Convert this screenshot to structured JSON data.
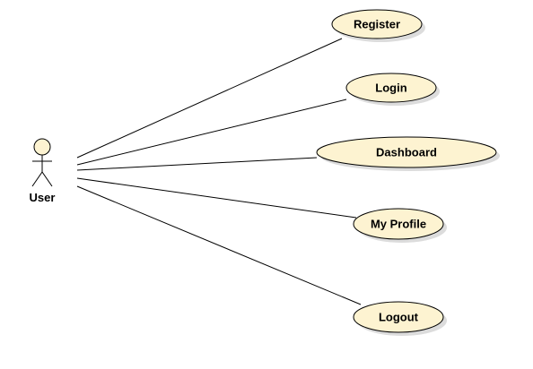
{
  "diagram": {
    "type": "use-case",
    "colors": {
      "usecase_fill": "#fdf3d1",
      "actor_fill": "#fdf3d1",
      "stroke": "#000000",
      "shadow": "#dcdcdc"
    },
    "actor": {
      "label": "User"
    },
    "use_cases": [
      {
        "id": "register",
        "label": "Register"
      },
      {
        "id": "login",
        "label": "Login"
      },
      {
        "id": "dashboard",
        "label": "Dashboard"
      },
      {
        "id": "my-profile",
        "label": "My Profile"
      },
      {
        "id": "logout",
        "label": "Logout"
      }
    ],
    "associations": [
      {
        "from": "actor",
        "to": "register"
      },
      {
        "from": "actor",
        "to": "login"
      },
      {
        "from": "actor",
        "to": "dashboard"
      },
      {
        "from": "actor",
        "to": "my-profile"
      },
      {
        "from": "actor",
        "to": "logout"
      }
    ]
  }
}
